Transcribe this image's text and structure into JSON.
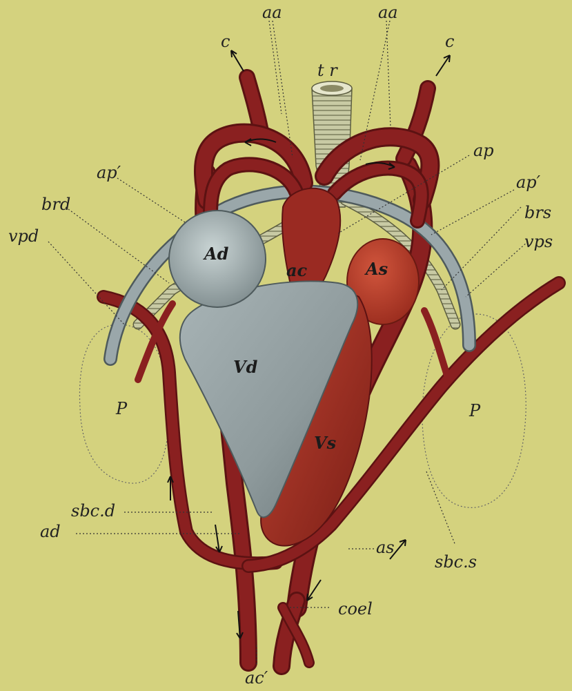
{
  "colors": {
    "background": "#d4d27e",
    "arterial": "#8a2020",
    "arterial_shadow": "#5c1212",
    "venous": "#9aa7aa",
    "venous_shadow": "#4e5a5c",
    "left_chambers": "#b03a2a"
  },
  "labels": {
    "c_left": "c",
    "c_right": "c",
    "aa_left": "aa",
    "aa_right": "aa",
    "tr": "t r",
    "ap": "ap",
    "ap_prime_left": "ap′",
    "ap_prime_right": "ap′",
    "brd": "brd",
    "brs": "brs",
    "vpd": "vpd",
    "vps": "vps",
    "Ad": "Ad",
    "ac": "ac",
    "As": "As",
    "Vd": "Vd",
    "Vs": "Vs",
    "P_left": "P",
    "P_right": "P",
    "sbc_d": "sbc.d",
    "ad": "ad",
    "as": "as",
    "sbc_s": "sbc.s",
    "coel": "coel",
    "ac_prime": "ac′"
  }
}
